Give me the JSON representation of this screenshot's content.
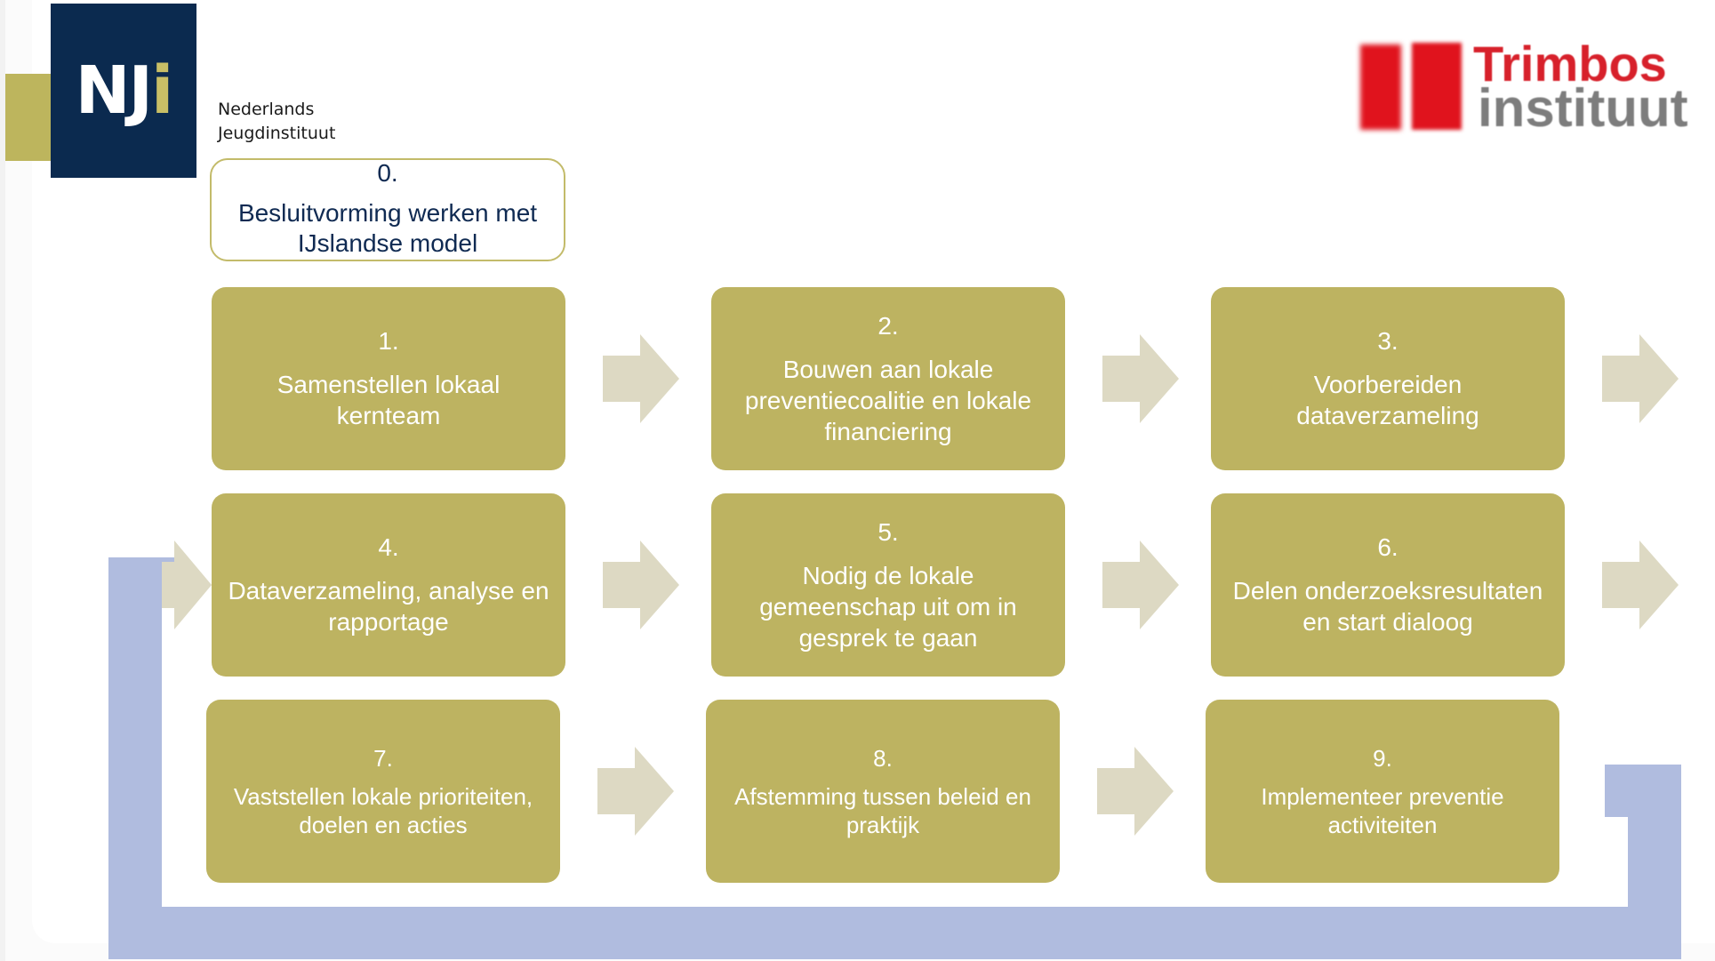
{
  "logos": {
    "nji": {
      "mark": "NJ",
      "mark_i": "i",
      "name_line1": "Nederlands",
      "name_line2": "Jeugdinstituut"
    },
    "trimbos": {
      "line1": "Trimbos",
      "line2": "instituut"
    }
  },
  "step0": {
    "number": "0.",
    "text": "Besluitvorming werken met IJslandse model"
  },
  "steps": [
    {
      "number": "1.",
      "text": "Samenstellen lokaal kernteam"
    },
    {
      "number": "2.",
      "text": "Bouwen aan lokale preventiecoalitie en lokale financiering"
    },
    {
      "number": "3.",
      "text": "Voorbereiden dataverzameling"
    },
    {
      "number": "4.",
      "text": "Dataverzameling, analyse en rapportage"
    },
    {
      "number": "5.",
      "text": "Nodig de lokale gemeenschap uit om in gesprek te gaan"
    },
    {
      "number": "6.",
      "text": "Delen onderzoeksresultaten en start dialoog"
    },
    {
      "number": "7.",
      "text": "Vaststellen lokale prioriteiten, doelen en acties"
    },
    {
      "number": "8.",
      "text": "Afstemming tussen beleid en praktijk"
    },
    {
      "number": "9.",
      "text": "Implementeer preventie activiteiten"
    }
  ],
  "colors": {
    "step_fill": "#bdb361",
    "arrow_fill": "#ddd9c3",
    "loop_fill": "#b0bcdf",
    "nji_navy": "#0b2a4f",
    "trimbos_red": "#e0131d"
  }
}
